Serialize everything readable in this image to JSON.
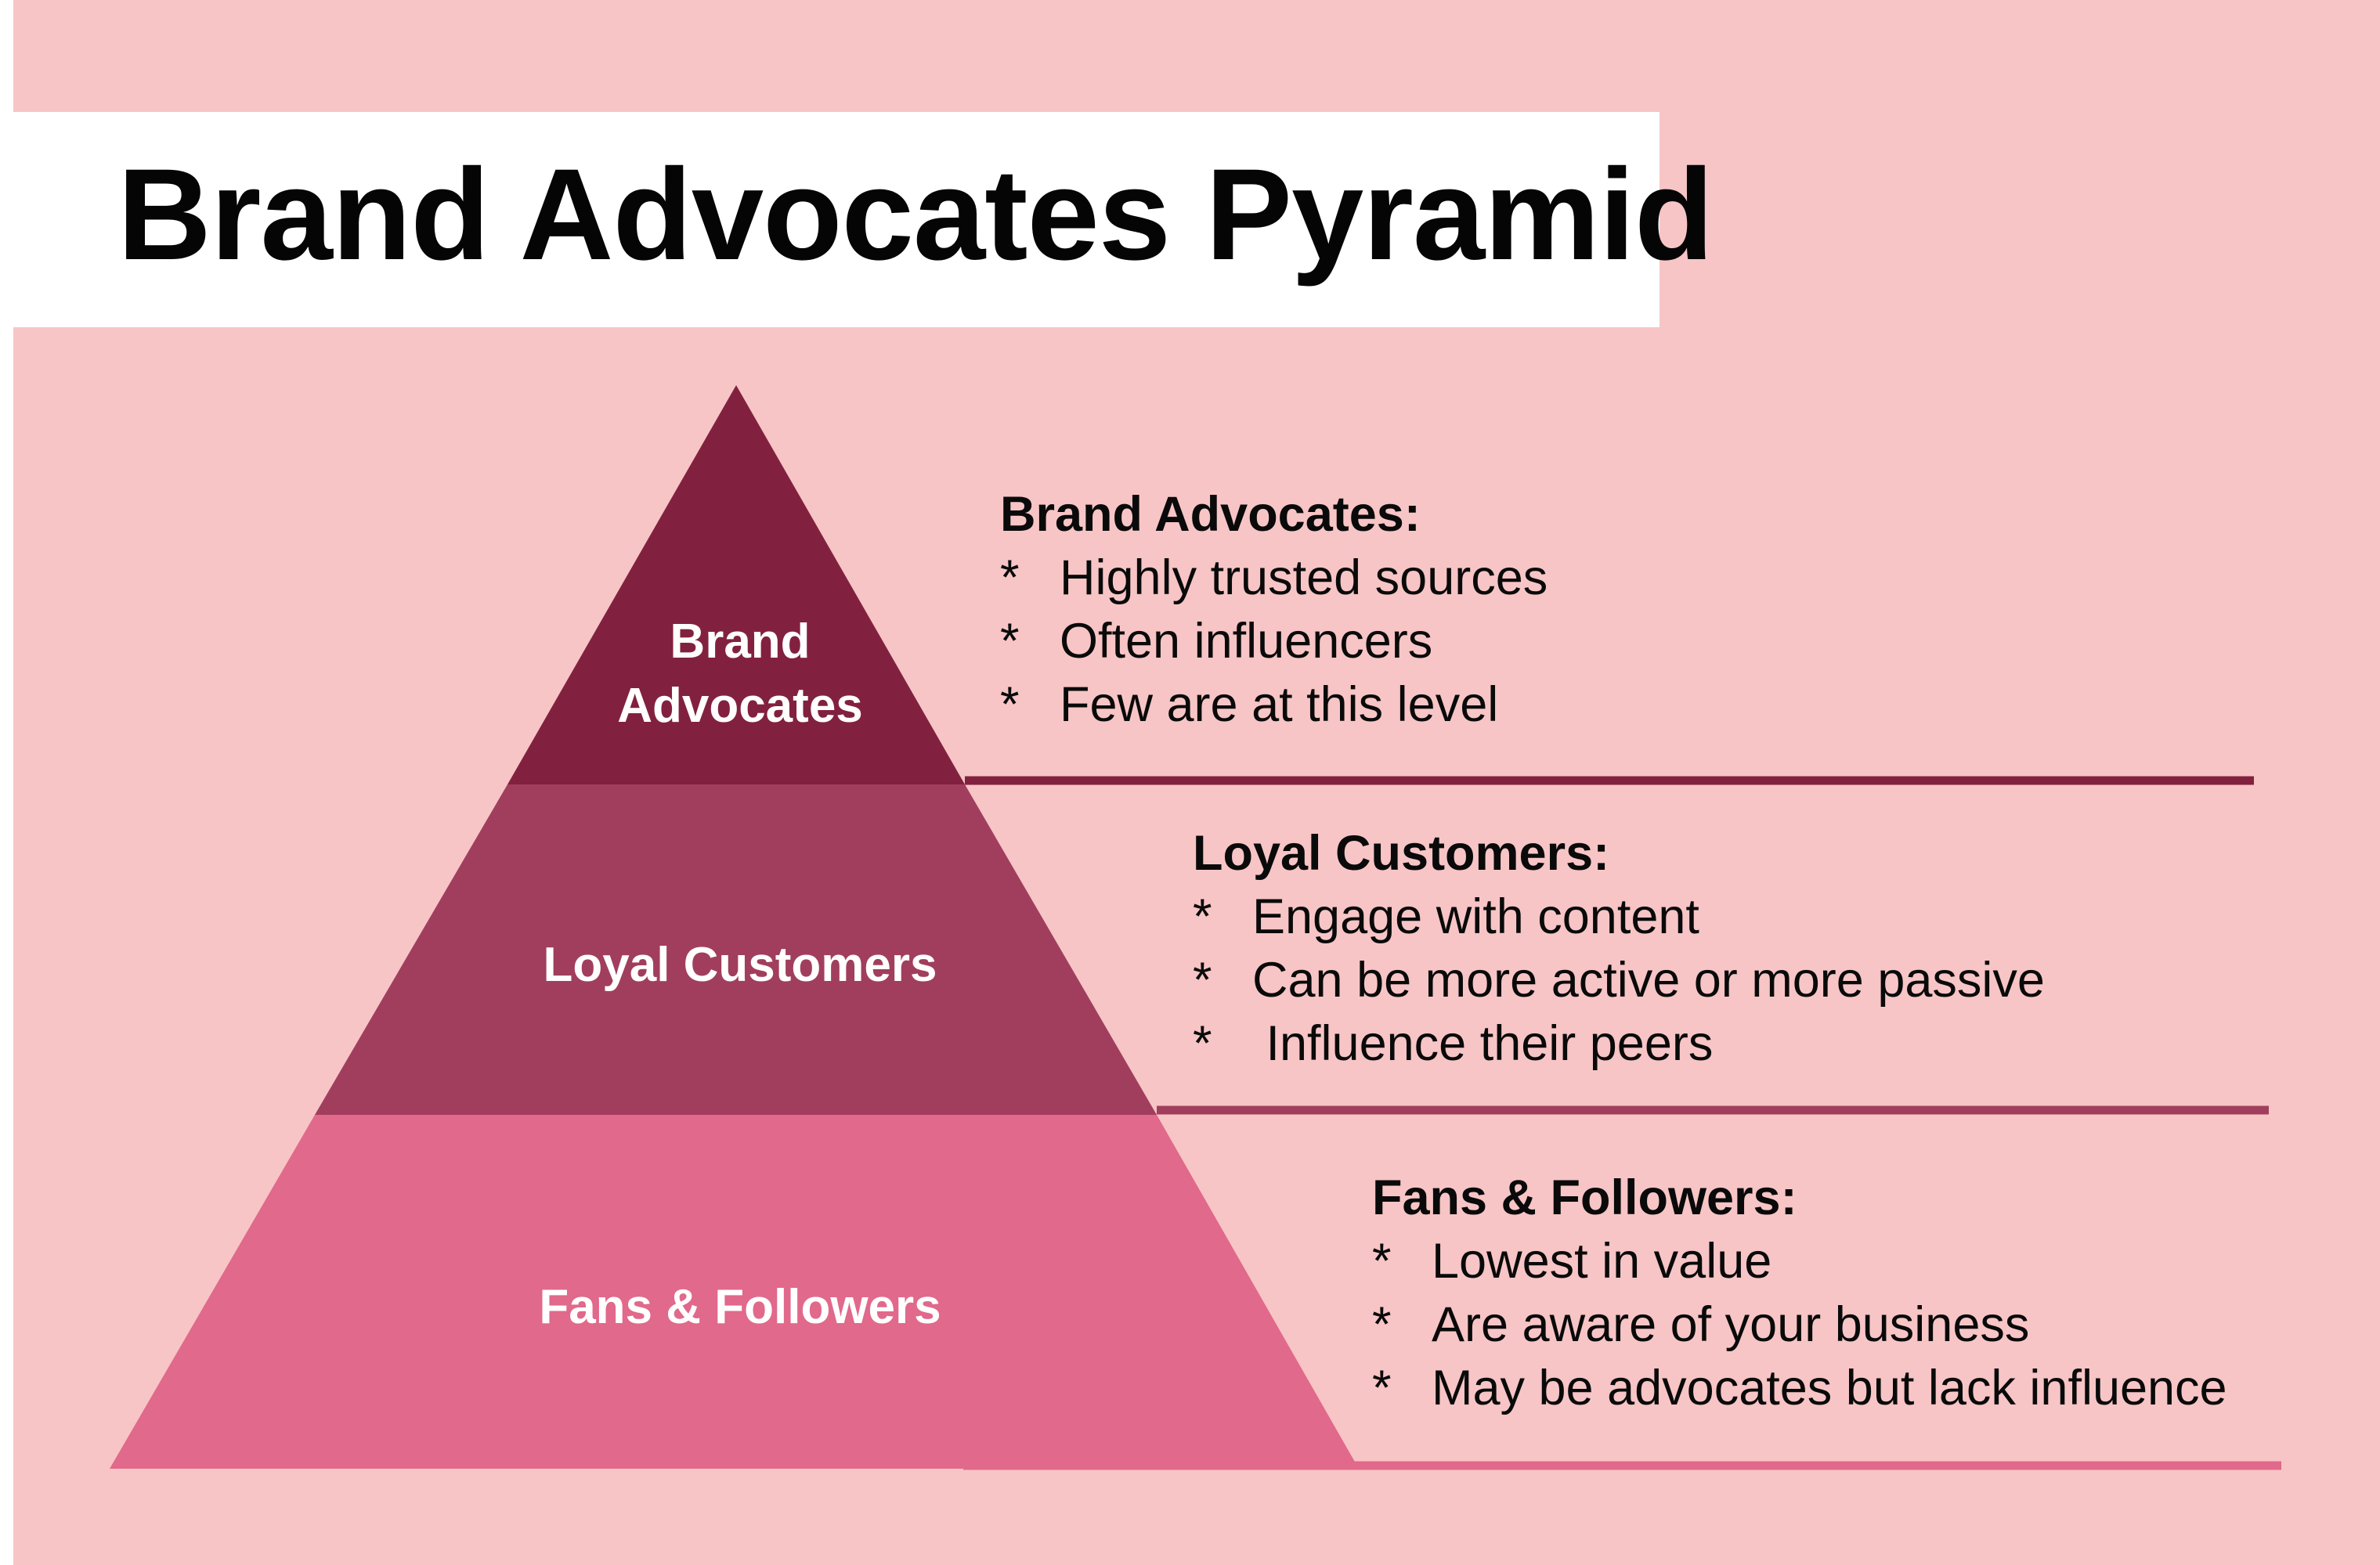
{
  "title": "Brand Advocates Pyramid",
  "colors": {
    "background": "#f7c5c6",
    "title_box": "#ffffff",
    "tier_top": "#82213f",
    "tier_middle": "#a13e5e",
    "tier_bottom": "#e1698b"
  },
  "tiers": [
    {
      "label_lines": [
        "Brand",
        "Advocates"
      ],
      "heading": "Brand Advocates:",
      "bullet": "*",
      "points": [
        "Highly trusted sources",
        "Often influencers",
        "Few are at this level"
      ]
    },
    {
      "label_lines": [
        "Loyal Customers"
      ],
      "heading": "Loyal Customers:",
      "bullet": "*",
      "points": [
        "Engage with content",
        "Can be more active or more passive",
        " Influence their peers"
      ]
    },
    {
      "label_lines": [
        "Fans & Followers"
      ],
      "heading": "Fans & Followers:",
      "bullet": "*",
      "points": [
        "Lowest in value",
        "Are aware of your business",
        "May be advocates but lack influence"
      ]
    }
  ]
}
